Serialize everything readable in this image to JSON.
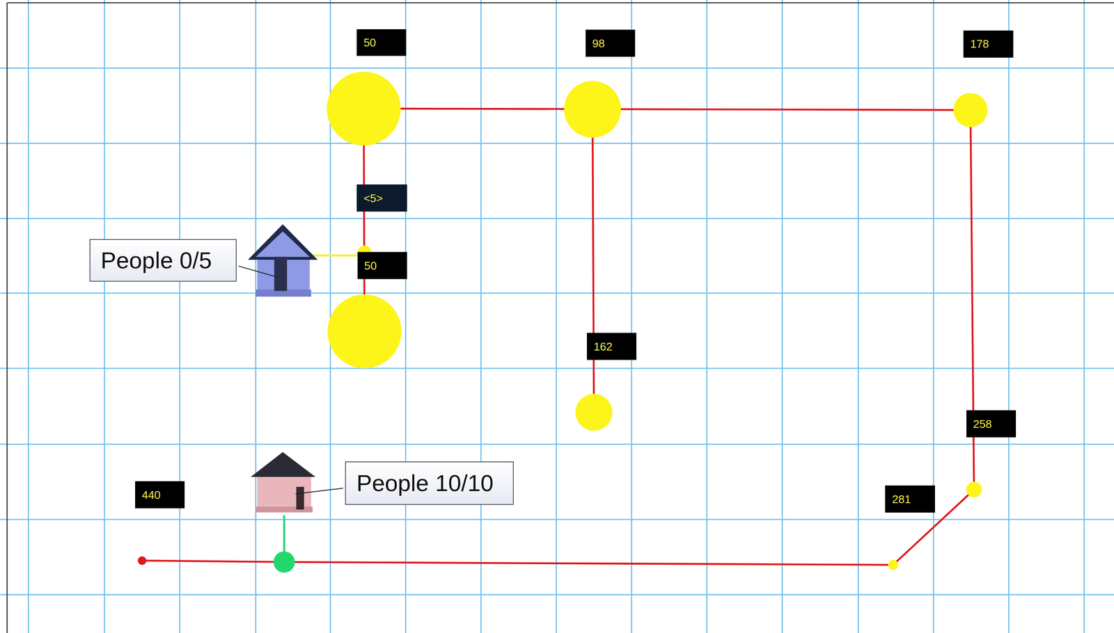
{
  "diagram": {
    "nodes": [
      {
        "text": [
          "50"
        ]
      },
      {
        "text": [
          "98"
        ]
      },
      {
        "text": [
          "178"
        ]
      },
      {
        "text": [
          "<5>"
        ]
      },
      {
        "text": [
          "People 0/5"
        ]
      },
      {
        "text": [
          "50"
        ]
      },
      {
        "text": [
          "162"
        ]
      },
      {
        "text": [
          "258"
        ]
      },
      {
        "text": [
          "People 10/10"
        ]
      },
      {
        "text": [
          "440"
        ]
      },
      {
        "text": [
          "281"
        ]
      }
    ]
  }
}
